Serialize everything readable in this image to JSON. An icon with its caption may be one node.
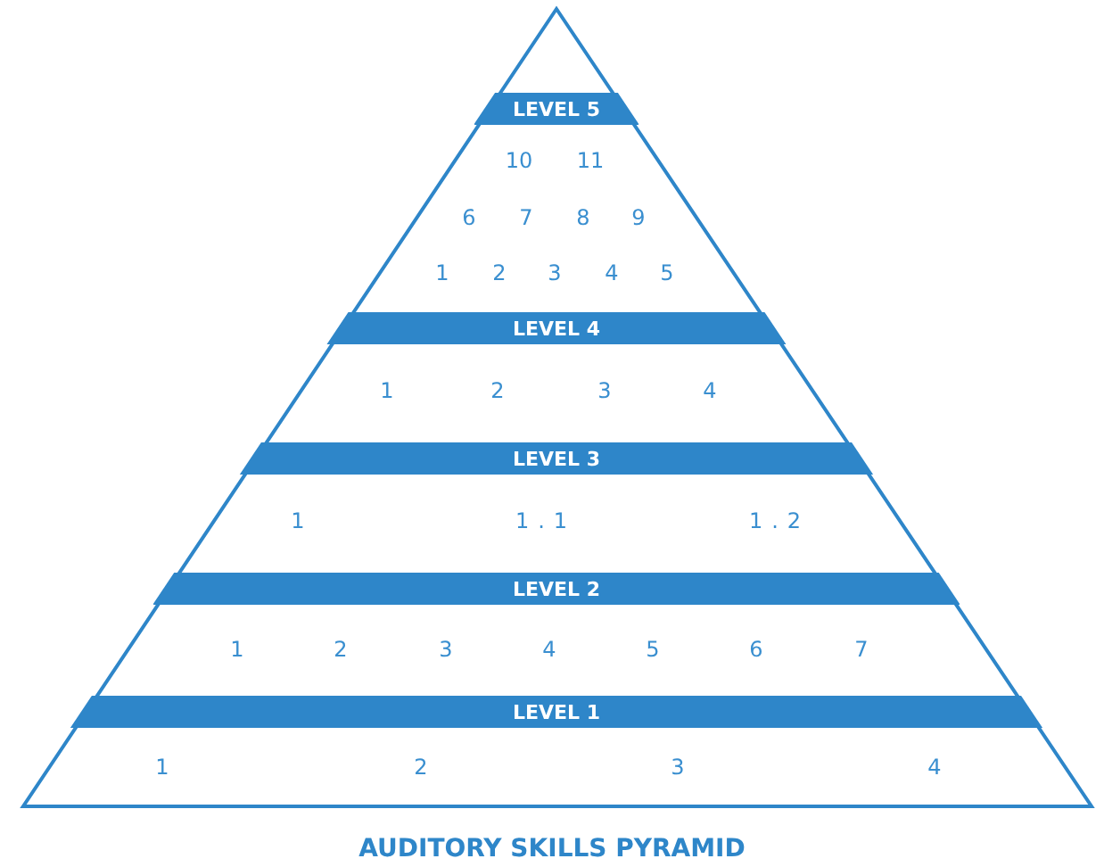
{
  "diagram": {
    "title": "AUDITORY SKILLS PYRAMID",
    "nodes": [
      {
        "text": [
          "LEVEL 5"
        ]
      },
      {
        "text": [
          "LEVEL 4"
        ]
      },
      {
        "text": [
          "LEVEL 3"
        ]
      },
      {
        "text": [
          "LEVEL 2"
        ]
      },
      {
        "text": [
          "LEVEL 1"
        ]
      }
    ],
    "edges": [],
    "labels": [
      "10",
      "11",
      "6",
      "7",
      "8",
      "9",
      "1",
      "2",
      "3",
      "4",
      "5",
      "1",
      "2",
      "3",
      "4",
      "1",
      "1.1",
      "1.2",
      "1",
      "2",
      "3",
      "4",
      "5",
      "6",
      "7",
      "1",
      "2",
      "3",
      "4"
    ]
  }
}
